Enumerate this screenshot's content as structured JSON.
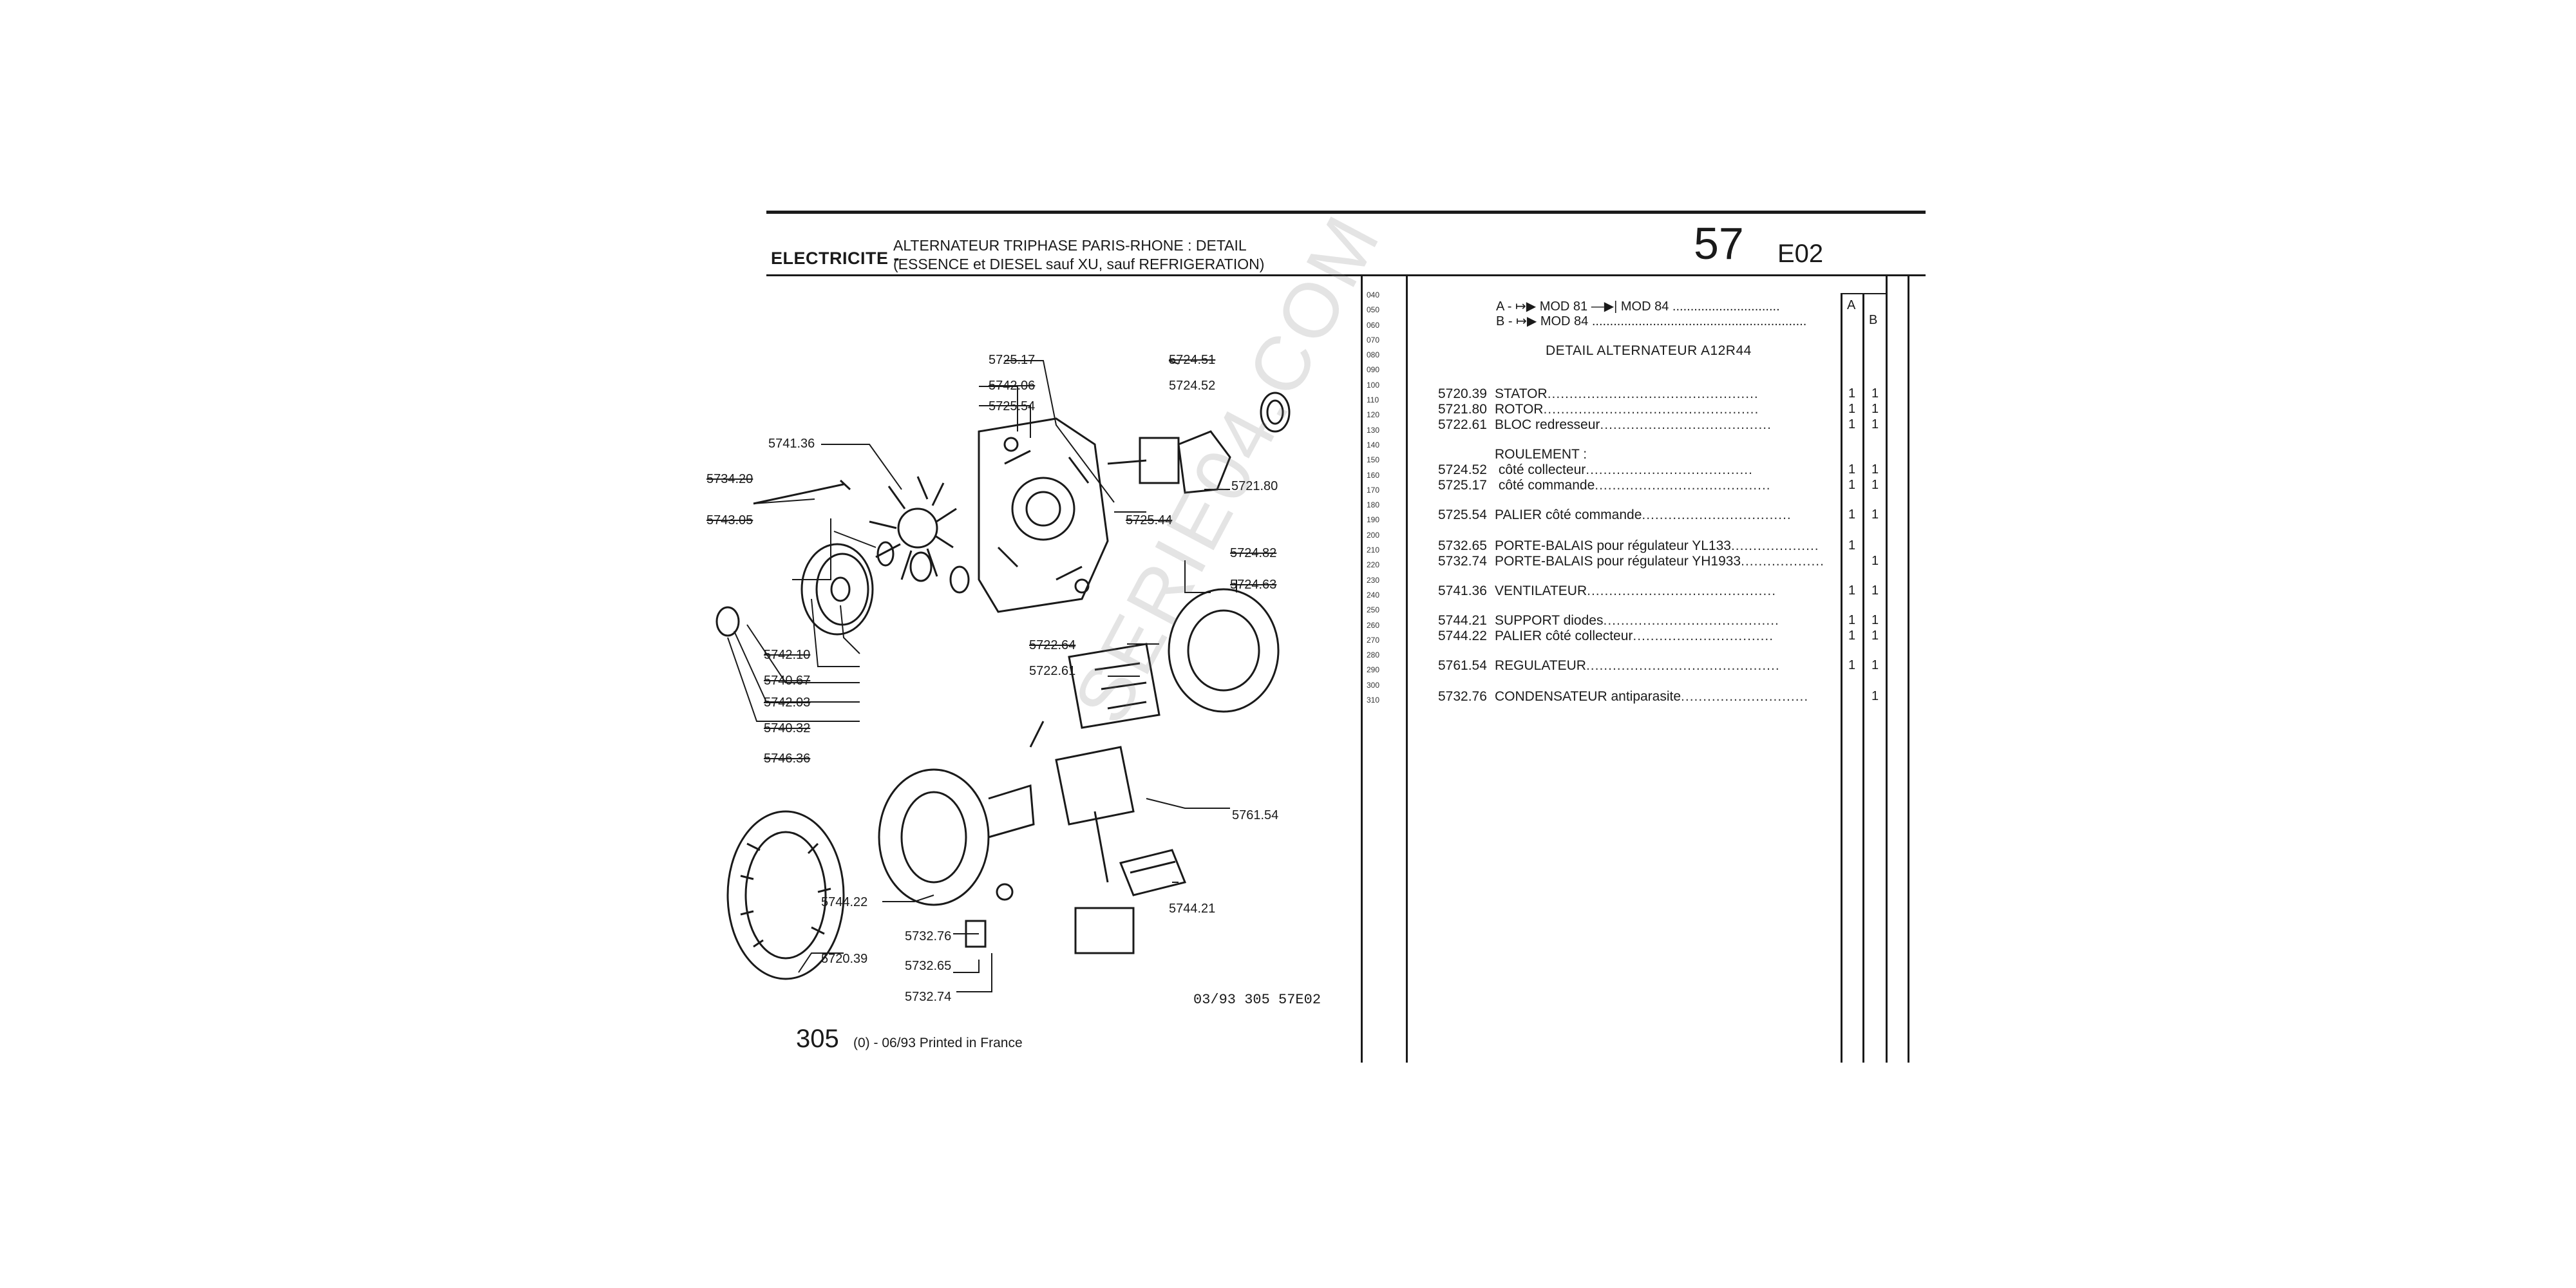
{
  "header": {
    "section": "ELECTRICITE -",
    "title_line1": "ALTERNATEUR TRIPHASE PARIS-RHONE : DETAIL",
    "title_line2": "(ESSENCE et DIESEL sauf XU, sauf REFRIGERATION)",
    "group_number": "57",
    "group_code": "E02"
  },
  "line_numbers": [
    "040",
    "050",
    "060",
    "070",
    "080",
    "090",
    "100",
    "110",
    "120",
    "130",
    "140",
    "150",
    "160",
    "170",
    "180",
    "190",
    "200",
    "210",
    "220",
    "230",
    "240",
    "250",
    "260",
    "270",
    "280",
    "290",
    "300",
    "310"
  ],
  "legend": {
    "a_prefix": "A -",
    "a_from": "MOD 81",
    "a_to": "MOD 84",
    "b_prefix": "B -",
    "b_from": "MOD 84",
    "col_a": "A",
    "col_b": "B"
  },
  "detail_title": "DETAIL ALTERNATEUR A12R44",
  "parts": [
    {
      "ref": "5720.39",
      "desc": "STATOR",
      "a": "1",
      "b": "1"
    },
    {
      "ref": "5721.80",
      "desc": "ROTOR",
      "a": "1",
      "b": "1"
    },
    {
      "ref": "5722.61",
      "desc": "BLOC redresseur",
      "a": "1",
      "b": "1"
    },
    {
      "ref": "",
      "desc": "ROULEMENT :",
      "a": "",
      "b": ""
    },
    {
      "ref": "5724.52",
      "desc": " côté collecteur",
      "a": "1",
      "b": "1"
    },
    {
      "ref": "5725.17",
      "desc": " côté commande",
      "a": "1",
      "b": "1"
    },
    {
      "ref": "5725.54",
      "desc": "PALIER côté commande",
      "a": "1",
      "b": "1"
    },
    {
      "ref": "5732.65",
      "desc": "PORTE-BALAIS pour régulateur YL133",
      "a": "1",
      "b": ""
    },
    {
      "ref": "5732.74",
      "desc": "PORTE-BALAIS pour régulateur YH1933",
      "a": "",
      "b": "1"
    },
    {
      "ref": "5741.36",
      "desc": "VENTILATEUR",
      "a": "1",
      "b": "1"
    },
    {
      "ref": "5744.21",
      "desc": "SUPPORT diodes",
      "a": "1",
      "b": "1"
    },
    {
      "ref": "5744.22",
      "desc": "PALIER côté collecteur",
      "a": "1",
      "b": "1"
    },
    {
      "ref": "5761.54",
      "desc": "REGULATEUR",
      "a": "1",
      "b": "1"
    },
    {
      "ref": "5732.76",
      "desc": "CONDENSATEUR antiparasite",
      "a": "",
      "b": "1"
    }
  ],
  "diagram_labels": {
    "l_5725_17": "5725.17",
    "l_5724_51": "5724.51",
    "l_5742_06": "5742.06",
    "l_5724_52": "5724.52",
    "l_5725_54": "5725.54",
    "l_5741_36": "5741.36",
    "l_5734_20": "5734.20",
    "l_5721_80": "5721.80",
    "l_5743_05": "5743.05",
    "l_5725_44": "5725.44",
    "l_5724_82": "5724.82",
    "l_5724_63": "5724.63",
    "l_5722_64": "5722.64",
    "l_5722_61": "5722.61",
    "l_5742_10": "5742.10",
    "l_5740_67": "5740.67",
    "l_5742_03": "5742.03",
    "l_5740_32": "5740.32",
    "l_5746_36": "5746.36",
    "l_5761_54": "5761.54",
    "l_5744_22": "5744.22",
    "l_5744_21": "5744.21",
    "l_5732_76": "5732.76",
    "l_5720_39": "5720.39",
    "l_5732_65": "5732.65",
    "l_5732_74": "5732.74"
  },
  "footer": {
    "doc_ref": "03/93  305  57E02",
    "page_number": "305",
    "print_info": "(0) - 06/93 Printed in France"
  },
  "watermark": "SERIE04.COM"
}
